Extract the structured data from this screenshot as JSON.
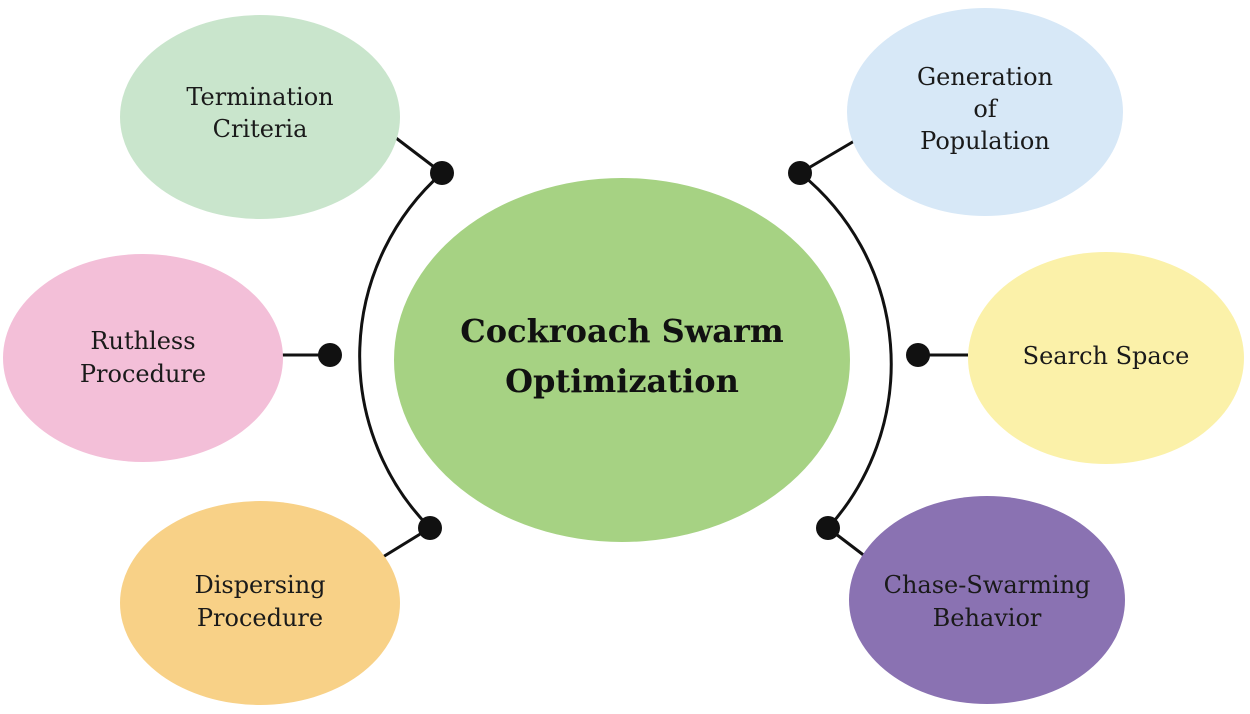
{
  "center": {
    "line1": "Cockroach Swarm",
    "line2": "Optimization",
    "color": "#a6d283"
  },
  "nodes": [
    {
      "id": "termination-criteria",
      "lines": [
        "Termination",
        "Criteria"
      ],
      "color": "#c9e5cc"
    },
    {
      "id": "ruthless-procedure",
      "lines": [
        "Ruthless",
        "Procedure"
      ],
      "color": "#f3bfd8"
    },
    {
      "id": "dispersing-procedure",
      "lines": [
        "Dispersing",
        "Procedure"
      ],
      "color": "#f8d187"
    },
    {
      "id": "generation-of-population",
      "lines": [
        "Generation",
        "of",
        "Population"
      ],
      "color": "#d7e8f7"
    },
    {
      "id": "search-space",
      "lines": [
        "Search Space"
      ],
      "color": "#fbf1a9"
    },
    {
      "id": "chase-swarming-behavior",
      "lines": [
        "Chase-Swarming",
        "Behavior"
      ],
      "color": "#8a72b2"
    }
  ]
}
